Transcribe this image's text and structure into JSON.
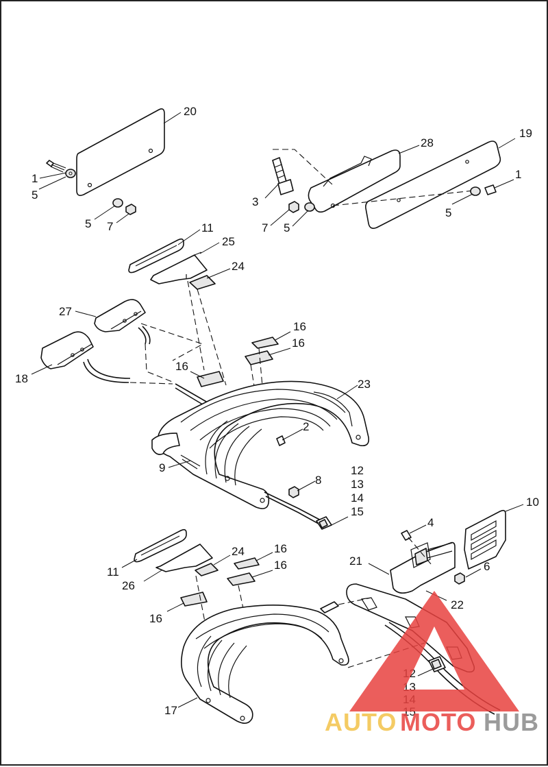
{
  "diagram": {
    "callouts": {
      "c_20": "20",
      "c_1a": "1",
      "c_5a": "5",
      "c_5b": "5",
      "c_7a": "7",
      "c_28": "28",
      "c_19": "19",
      "c_3": "3",
      "c_1b": "1",
      "c_7b": "7",
      "c_5c": "5",
      "c_5d": "5",
      "c_11a": "11",
      "c_25": "25",
      "c_24a": "24",
      "c_27": "27",
      "c_18": "18",
      "c_16a": "16",
      "c_16b": "16",
      "c_16c": "16",
      "c_23": "23",
      "c_2": "2",
      "c_9": "9",
      "c_8": "8",
      "c_12a": "12",
      "c_13a": "13",
      "c_14a": "14",
      "c_15a": "15",
      "c_10": "10",
      "c_4": "4",
      "c_21": "21",
      "c_6": "6",
      "c_22": "22",
      "c_24b": "24",
      "c_16d": "16",
      "c_16e": "16",
      "c_11b": "11",
      "c_26": "26",
      "c_16f": "16",
      "c_17": "17",
      "c_12b": "12",
      "c_13b": "13",
      "c_14b": "14",
      "c_15b": "15"
    }
  },
  "watermark": {
    "part1": "AUTO",
    "part2": "MOTO",
    "part3": "HUB",
    "color_red": "#e8423f",
    "color_yellow": "#f3c24a",
    "color_grey": "#8a8a8a"
  }
}
